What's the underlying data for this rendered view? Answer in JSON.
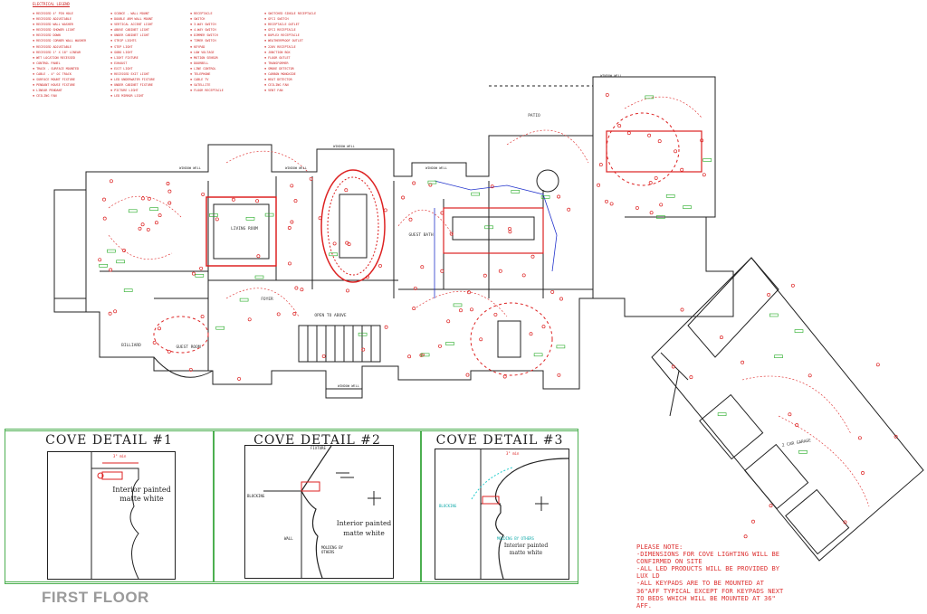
{
  "legend": {
    "title": "ELECTRICAL LEGEND",
    "col1": [
      "RECESSED 4\" PIN HOLE",
      "RECESSED ADJUSTABLE",
      "RECESSED WALL WASHER",
      "RECESSED SHOWER LIGHT",
      "RECESSED DOWN",
      "RECESSED CORNER WALL WASHER",
      "RECESSED ADJUSTABLE",
      "RECESSED 1\" X 18\" LINEAR",
      "WET LOCATION RECESSED",
      "CONTROL PANEL",
      "TRACK - SURFACE MOUNTED",
      "CABLE - 4\" OC TRACK",
      "SURFACE MOUNT FIXTURE",
      "PENDANT HOUSE FIXTURE",
      "LINEAR PENDANT",
      "CEILING FAN"
    ],
    "col2": [
      "SCONCE - WALL MOUNT",
      "DOUBLE ARM WALL MOUNT",
      "VERTICAL ACCENT LIGHT",
      "ABOVE CABINET LIGHT",
      "UNDER CABINET LIGHT",
      "STRIP LIGHTS",
      "STEP LIGHT",
      "GOBO LIGHT",
      "LIGHT FIXTURE",
      "EXHAUST",
      "EXIT LIGHT",
      "RECESSED EXIT LIGHT",
      "LED UNDERWATER FIXTURE",
      "UNDER CABINET FIXTURE",
      "PICTURE LIGHT",
      "LED MIRROR LIGHT"
    ],
    "col3": [
      "RECEPTACLE",
      "SWITCH",
      "3-WAY SWITCH",
      "4-WAY SWITCH",
      "DIMMER SWITCH",
      "TIMER SWITCH",
      "KEYPAD",
      "LOW VOLTAGE",
      "MOTION SENSOR",
      "DOORBELL",
      "LINE CONTROL",
      "TELEPHONE",
      "CABLE TV",
      "SATELLITE",
      "FLOOR RECEPTACLE"
    ],
    "col4": [
      "SWITCHED SINGLE RECEPTACLE",
      "GFCI SWITCH",
      "RECEPTACLE OUTLET",
      "GFCI RECEPTACLE",
      "DUPLEX RECEPTACLE",
      "WEATHERPROOF OUTLET",
      "220V RECEPTACLE",
      "JUNCTION BOX",
      "FLOOR OUTLET",
      "TRANSFORMER",
      "SMOKE DETECTOR",
      "CARBON MONOXIDE",
      "HEAT DETECTOR",
      "CEILING FAN",
      "VENT FAN"
    ]
  },
  "plan": {
    "rooms": [
      {
        "label": "LIVING ROOM"
      },
      {
        "label": "FOYER"
      },
      {
        "label": "OPEN TO ABOVE"
      },
      {
        "label": "GUEST ROOM"
      },
      {
        "label": "PATIO"
      },
      {
        "label": "2 CAR GARAGE"
      },
      {
        "label": "BILLIARD"
      },
      {
        "label": "GUEST BATH"
      }
    ],
    "wells": [
      {
        "label": "WINDOW WELL"
      },
      {
        "label": "WINDOW WELL"
      },
      {
        "label": "WINDOW WELL"
      },
      {
        "label": "WINDOW WELL"
      },
      {
        "label": "WINDOW WELL"
      },
      {
        "label": "WINDOW WELL"
      }
    ]
  },
  "details": [
    {
      "title": "COVE DETAIL #1",
      "dimension": "3\" min",
      "caption_1": "Interior painted",
      "caption_2": "matte white",
      "labels": []
    },
    {
      "title": "COVE DETAIL #2",
      "dimension": "",
      "caption_1": "Interior painted",
      "caption_2": "matte white",
      "labels": [
        "FIXTURE",
        "BLOCKING",
        "WALL",
        "MOLDING BY OTHERS"
      ]
    },
    {
      "title": "COVE DETAIL #3",
      "dimension": "3\" min",
      "caption_1": "Interior painted",
      "caption_2": "matte white",
      "labels": [
        "BLOCKING",
        "MOLDING BY OTHERS"
      ]
    }
  ],
  "note": {
    "heading": "PLEASE NOTE:",
    "lines": [
      "-DIMENSIONS FOR COVE LIGHTING WILL BE",
      " CONFIRMED ON SITE",
      "-ALL LED PRODUCTS WILL BE PROVIDED BY",
      " LUX LD",
      "-ALL KEYPADS ARE TO BE MOUNTED AT",
      " 36\"AFF TYPICAL EXCEPT FOR KEYPADS NEXT",
      " TO BEDS WHICH WILL BE MOUNTED AT 36\"",
      " AFF."
    ]
  },
  "floor_title": "FIRST FLOOR",
  "colors": {
    "circuit": "#d22",
    "tag": "#2a2",
    "wall": "#222",
    "panel_border": "#4caf50",
    "title_gray": "#9a9a9a",
    "blue": "#2233cc"
  }
}
